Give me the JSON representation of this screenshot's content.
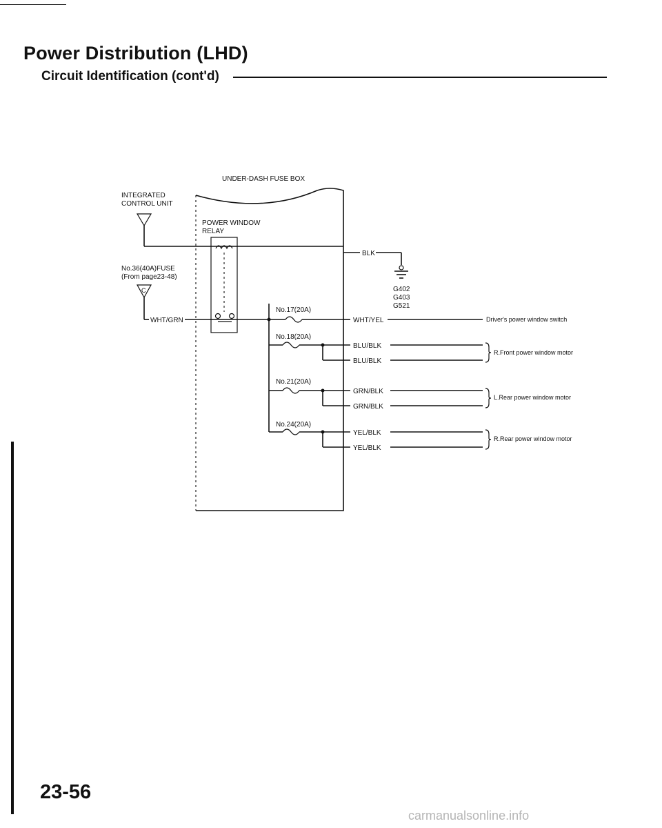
{
  "header": {
    "title": "Power Distribution (LHD)",
    "subtitle": "Circuit Identification (cont'd)"
  },
  "diagram": {
    "fuse_box_label": "UNDER-DASH FUSE BOX",
    "icu_label_line1": "INTEGRATED",
    "icu_label_line2": "CONTROL UNIT",
    "relay_label_line1": "POWER WINDOW",
    "relay_label_line2": "RELAY",
    "fuse36_line1": "No.36(40A)FUSE",
    "fuse36_line2": "(From page23-48)",
    "connector_c": "C",
    "wire_wht_grn": "WHT/GRN",
    "wire_blk": "BLK",
    "grounds": [
      "G402",
      "G403",
      "G521"
    ],
    "fuses": [
      "No.17(20A)",
      "No.18(20A)",
      "No.21(20A)",
      "No.24(20A)"
    ],
    "wires": {
      "wht_yel": "WHT/YEL",
      "blu_blk": "BLU/BLK",
      "grn_blk": "GRN/BLK",
      "yel_blk": "YEL/BLK"
    },
    "loads": {
      "driver_switch": "Driver's power window switch",
      "rf_motor": "R.Front power window motor",
      "lr_motor": "L.Rear power window motor",
      "rr_motor": "R.Rear power window motor"
    }
  },
  "footer": {
    "page_number": "23-56",
    "site": "carmanualsonline.info"
  }
}
